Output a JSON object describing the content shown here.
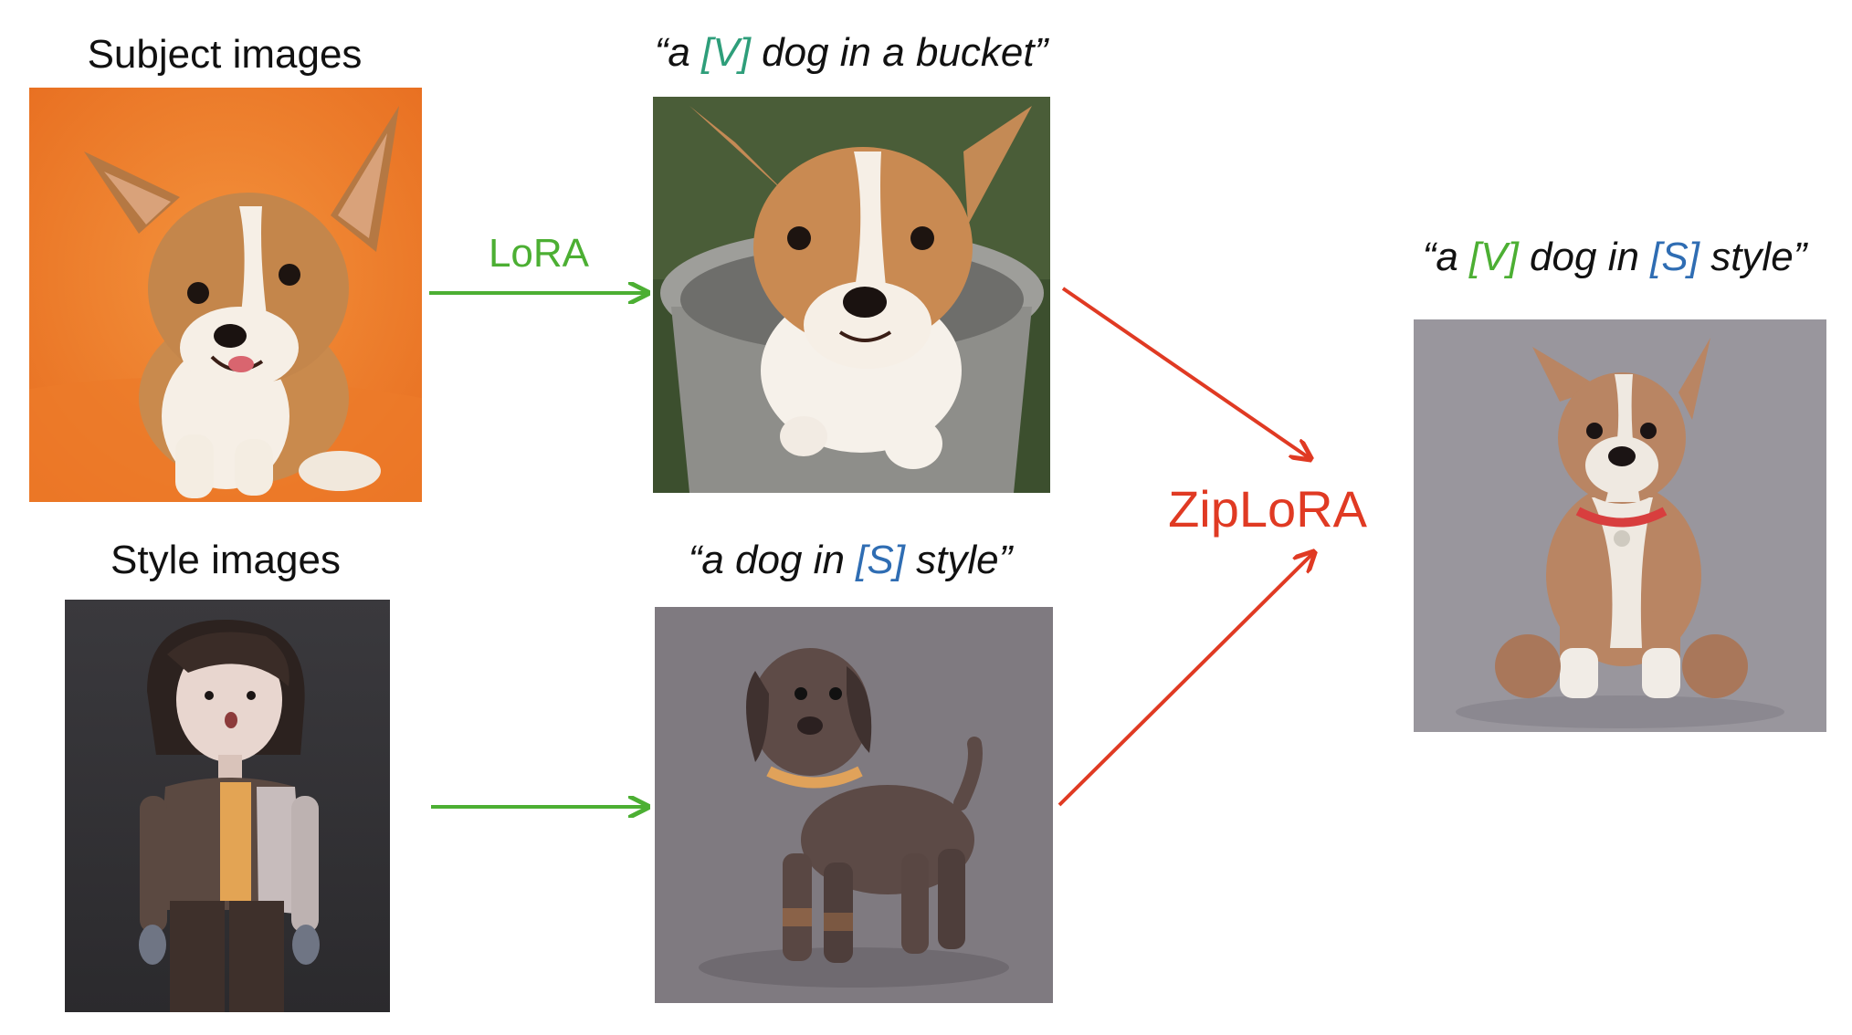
{
  "colors": {
    "lora_green": "#4caf33",
    "ziplora_red": "#e03a23",
    "subject_token": "#4caf33",
    "style_token": "#2f6db3",
    "text": "#111111"
  },
  "subject": {
    "heading": "Subject images",
    "image_name": "orange-background-corgi-puppy-photo"
  },
  "style": {
    "heading": "Style images",
    "image_name": "3d-cartoon-girl-figure-render"
  },
  "subject_lora": {
    "prompt_open": "“a ",
    "prompt_token": "[V]",
    "prompt_close": " dog in a bucket”",
    "image_name": "corgi-in-metal-bucket-photo"
  },
  "style_lora": {
    "prompt_open": "“a dog in ",
    "prompt_token": "[S]",
    "prompt_close": " style”",
    "image_name": "3d-brown-dog-figure-render"
  },
  "ziplora": {
    "label": "ZipLoRA",
    "prompt_open": "“a ",
    "prompt_token_v": "[V]",
    "prompt_mid": " dog in ",
    "prompt_token_s": "[S]",
    "prompt_close": " style”",
    "image_name": "3d-corgi-figure-with-red-collar"
  },
  "arrows": {
    "lora_label": "LoRA",
    "style_arrow_label": ""
  }
}
